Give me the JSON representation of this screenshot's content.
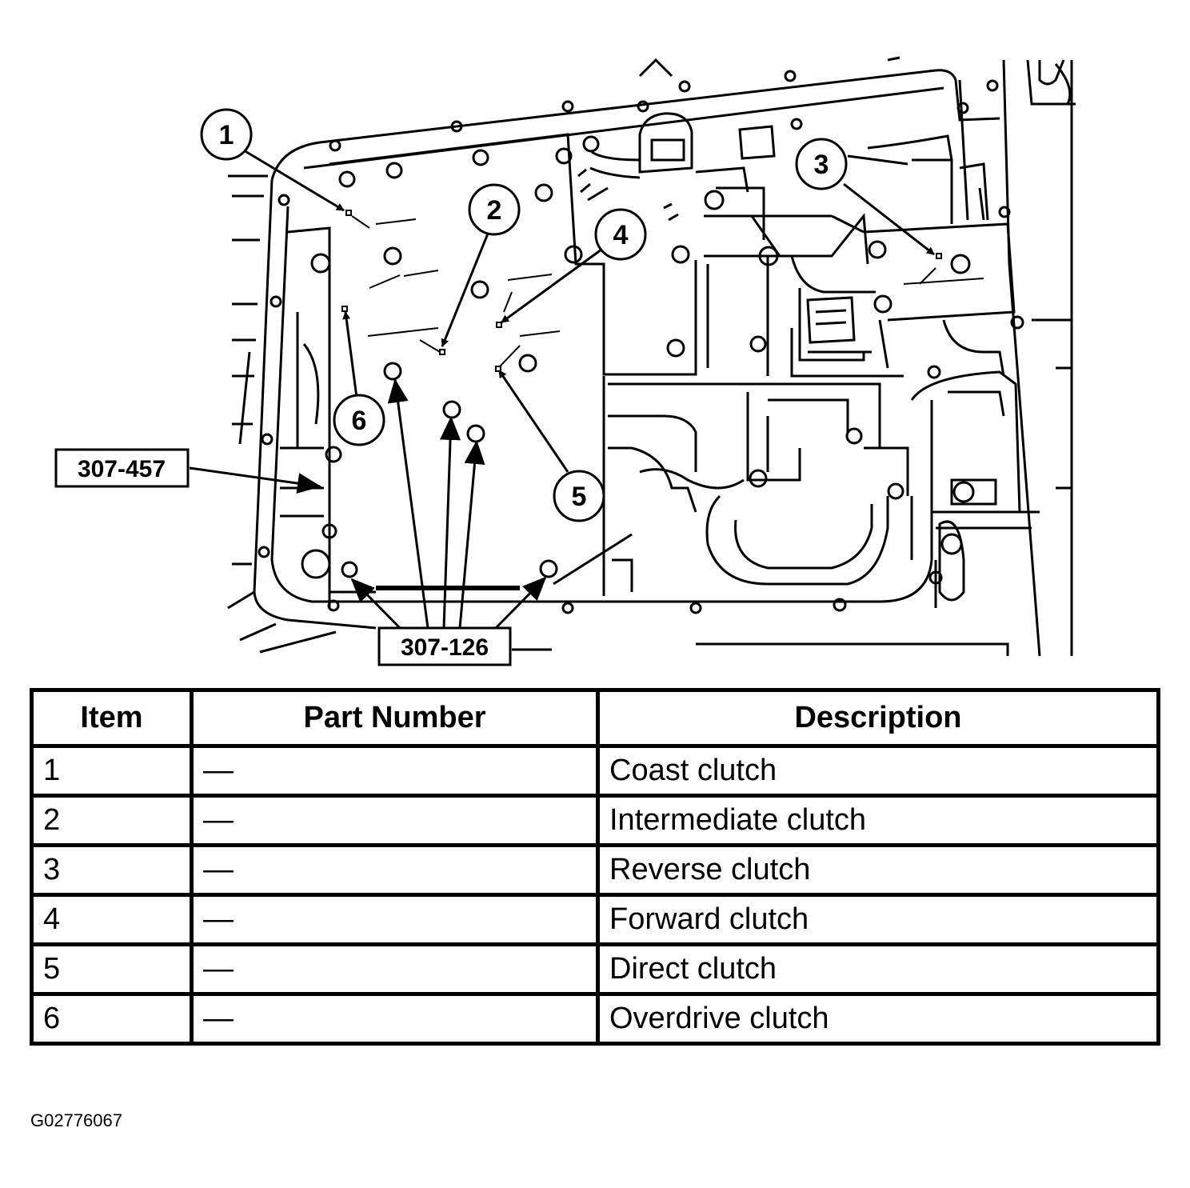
{
  "diagram": {
    "callouts": [
      "1",
      "2",
      "3",
      "4",
      "5",
      "6"
    ],
    "tool_labels": [
      "307-457",
      "307-126"
    ]
  },
  "table": {
    "headers": [
      "Item",
      "Part Number",
      "Description"
    ],
    "rows": [
      {
        "item": "1",
        "part": "—",
        "description": "Coast clutch"
      },
      {
        "item": "2",
        "part": "—",
        "description": "Intermediate clutch"
      },
      {
        "item": "3",
        "part": "—",
        "description": "Reverse clutch"
      },
      {
        "item": "4",
        "part": "—",
        "description": "Forward clutch"
      },
      {
        "item": "5",
        "part": "—",
        "description": "Direct clutch"
      },
      {
        "item": "6",
        "part": "—",
        "description": "Overdrive clutch"
      }
    ]
  },
  "figure_id": "G02776067"
}
